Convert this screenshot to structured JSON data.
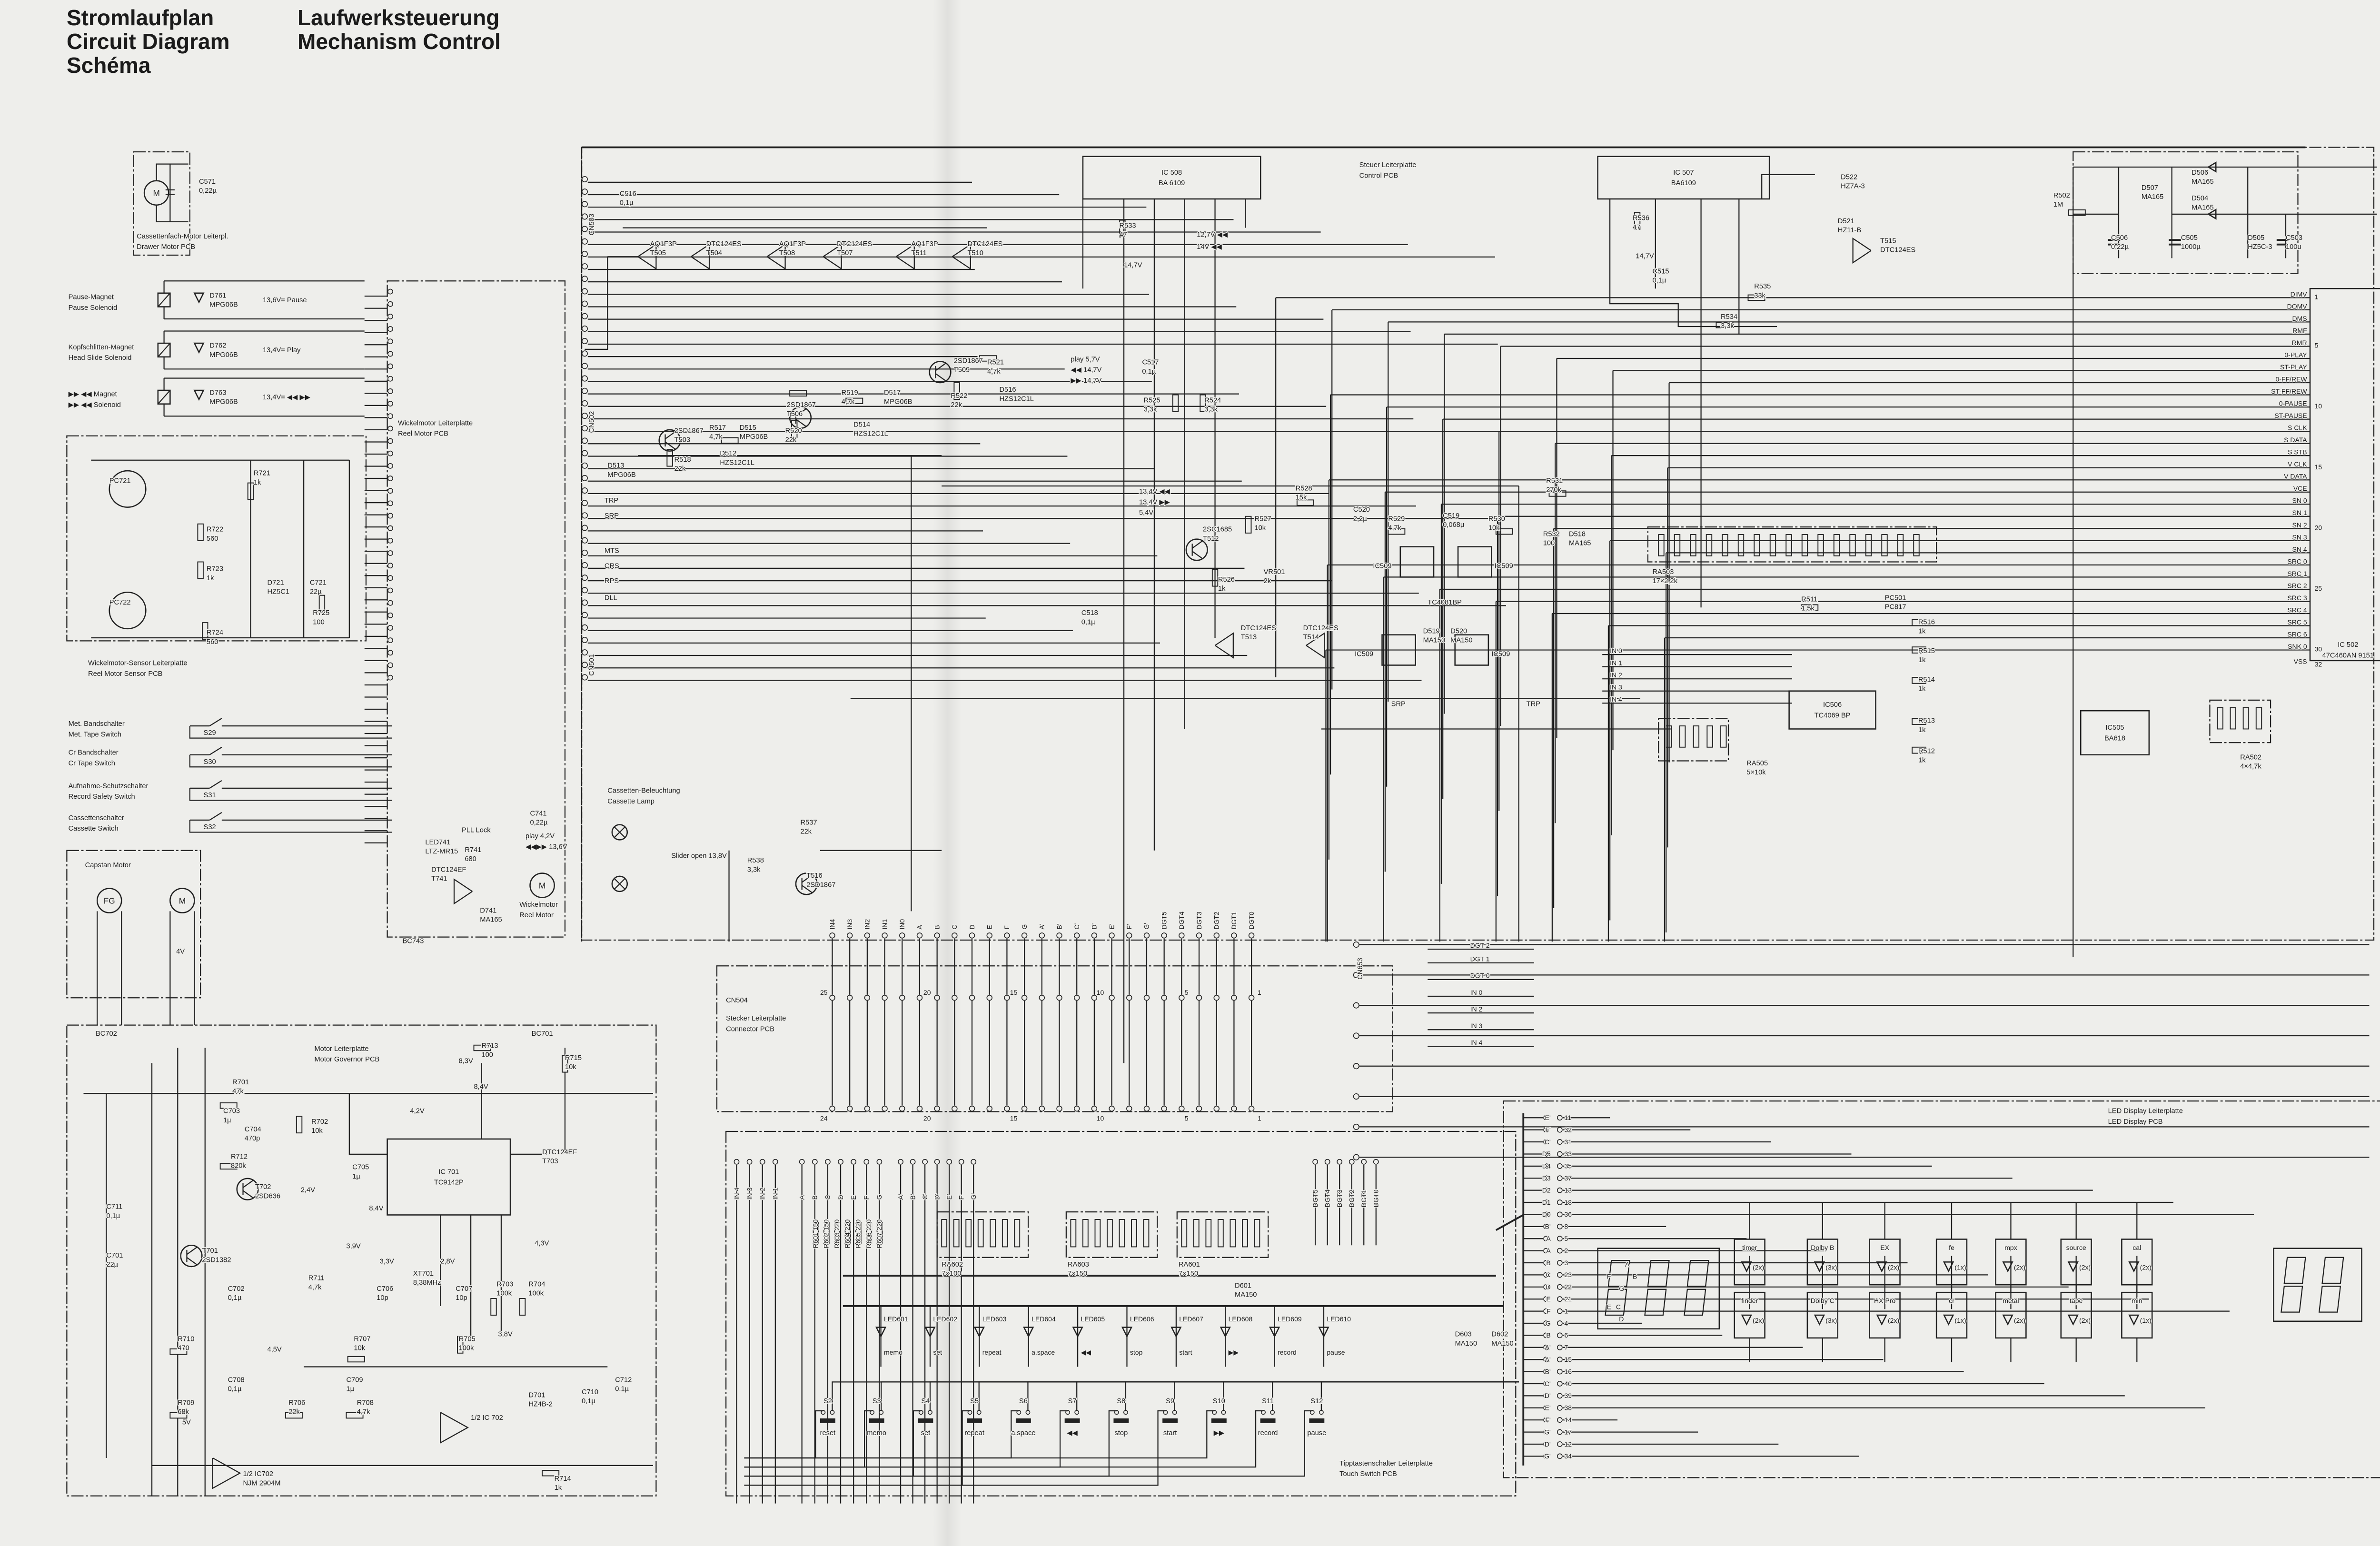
{
  "title": {
    "de": "Stromlaufplan",
    "en": "Circuit Diagram",
    "fr": "Schéma"
  },
  "subtitle": {
    "de": "Laufwerksteuerung",
    "en": "Mechanism Control"
  },
  "pcbs": [
    {
      "de": "Cassettenfach-Motor Leiterpl.",
      "en": "Drawer Motor PCB"
    },
    {
      "de": "Wickelmotor-Sensor Leiterplatte",
      "en": "Reel Motor Sensor PCB"
    },
    {
      "de": "Wickelmotor Leiterplatte",
      "en": "Reel Motor PCB"
    },
    {
      "de": "Motor Leiterplatte",
      "en": "Motor Governor PCB"
    },
    {
      "de": "Steuer Leiterplatte",
      "en": "Control PCB"
    },
    {
      "de": "Stecker Leiterplatte",
      "en": "Connector PCB"
    },
    {
      "de": "Tipptastenschalter Leiterplatte",
      "en": "Touch Switch PCB"
    },
    {
      "de": "LED Display Leiterplatte",
      "en": "LED Display PCB"
    },
    {
      "de": "Cassetten-Beleuchtung",
      "en": "Cassette Lamp"
    },
    {
      "de": "Wickelmotor",
      "en": "Reel Motor"
    }
  ],
  "capstan_label": "Capstan Motor",
  "motor_symbols": {
    "motor": "M",
    "fg": "FG",
    "capstan_voltage": "4V"
  },
  "solenoids": [
    {
      "de": "Pause-Magnet",
      "en": "Pause Solenoid",
      "diode": "D761",
      "type": "MPG06B",
      "voltage": "13,6V= Pause"
    },
    {
      "de": "Kopfschlitten-Magnet",
      "en": "Head Slide Solenoid",
      "diode": "D762",
      "type": "MPG06B",
      "voltage": "13,4V= Play"
    },
    {
      "de": "▶▶ ◀◀ Magnet",
      "en": "▶▶ ◀◀ Solenoid",
      "diode": "D763",
      "type": "MPG06B",
      "voltage": "13,4V= ◀◀ ▶▶"
    }
  ],
  "switches": [
    {
      "ref": "S29",
      "de": "Met. Bandschalter",
      "en": "Met. Tape Switch"
    },
    {
      "ref": "S30",
      "de": "Cr  Bandschalter",
      "en": "Cr  Tape Switch"
    },
    {
      "ref": "S31",
      "de": "Aufnahme-Schutzschalter",
      "en": "Record Safety Switch"
    },
    {
      "ref": "S32",
      "de": "Cassettenschalter",
      "en": "Cassette Switch"
    }
  ],
  "ics": [
    {
      "ref": "IC 508",
      "type": "BA 6109"
    },
    {
      "ref": "IC 507",
      "type": "BA6109"
    },
    {
      "ref": "IC506",
      "type": "TC4069 BP"
    },
    {
      "ref": "IC505",
      "type": "BA618"
    },
    {
      "ref": "IC 502",
      "type": "47C460AN 9151"
    },
    {
      "ref": "IC 701",
      "type": "TC9142P"
    },
    {
      "ref": "1/2 IC702",
      "type": "NJM 2904M"
    },
    {
      "ref": "1/2 IC 702",
      "type": ""
    }
  ],
  "ic509": {
    "ref": "IC509",
    "type": "TC4081BP"
  },
  "ic502_pins": [
    "DIMV",
    "DOMV",
    "DMS",
    "RMF",
    "RMR",
    "0-PLAY",
    "ST-PLAY",
    "0-FF/REW",
    "ST-FF/REW",
    "0-PAUSE",
    "ST-PAUSE",
    "S CLK",
    "S DATA",
    "S STB",
    "V CLK",
    "V DATA",
    "VCE",
    "SN 0",
    "SN 1",
    "SN 2",
    "SN 3",
    "SN 4",
    "SRC 0",
    "SRC 1",
    "SRC 2",
    "SRC 3",
    "SRC 4",
    "SRC 5",
    "SRC 6",
    "SNK 0"
  ],
  "ic502_pin_numbers": [
    "1",
    "5",
    "10",
    "15",
    "20",
    "25",
    "30",
    "32"
  ],
  "ic502_vss": "VSS",
  "components": [
    {
      "ref": "C571",
      "value": "0,22µ"
    },
    {
      "ref": "PC721",
      "value": ""
    },
    {
      "ref": "PC722",
      "value": ""
    },
    {
      "ref": "R721",
      "value": "1k"
    },
    {
      "ref": "R722",
      "value": "560"
    },
    {
      "ref": "R723",
      "value": "1k"
    },
    {
      "ref": "D721",
      "value": "HZ5C1"
    },
    {
      "ref": "C721",
      "value": "22µ"
    },
    {
      "ref": "R725",
      "value": "100"
    },
    {
      "ref": "R724",
      "value": "560"
    },
    {
      "ref": "LED741",
      "value": "LTZ-MR15"
    },
    {
      "ref": "R741",
      "value": "680"
    },
    {
      "ref": "DTC124EF",
      "value": "T741"
    },
    {
      "ref": "D741",
      "value": "MA165"
    },
    {
      "ref": "C741",
      "value": "0,22µ"
    },
    {
      "ref": "R537",
      "value": "22k"
    },
    {
      "ref": "R538",
      "value": "3,3k"
    },
    {
      "ref": "T516",
      "value": "2SD1867"
    },
    {
      "ref": "AQ1F3P",
      "value": "T505"
    },
    {
      "ref": "DTC124ES",
      "value": "T504"
    },
    {
      "ref": "AQ1F3P",
      "value": "T508"
    },
    {
      "ref": "DTC124ES",
      "value": "T507"
    },
    {
      "ref": "AQ1F3P",
      "value": "T511"
    },
    {
      "ref": "DTC124ES",
      "value": "T510"
    },
    {
      "ref": "2SD1867",
      "value": "T509"
    },
    {
      "ref": "R521",
      "value": "4,7k"
    },
    {
      "ref": "R522",
      "value": "22k"
    },
    {
      "ref": "D516",
      "value": "HZS12C1L"
    },
    {
      "ref": "2SD1867",
      "value": "T506"
    },
    {
      "ref": "R519",
      "value": "4,7k"
    },
    {
      "ref": "D517",
      "value": "MPG06B"
    },
    {
      "ref": "R520",
      "value": "22k"
    },
    {
      "ref": "D514",
      "value": "HZS12C1L"
    },
    {
      "ref": "2SD1867",
      "value": "T503"
    },
    {
      "ref": "R517",
      "value": "4,7k"
    },
    {
      "ref": "D515",
      "value": "MPG06B"
    },
    {
      "ref": "R518",
      "value": "22k"
    },
    {
      "ref": "D512",
      "value": "HZS12C1L"
    },
    {
      "ref": "D513",
      "value": "MPG06B"
    },
    {
      "ref": "C516",
      "value": "0,1µ"
    },
    {
      "ref": "R533",
      "value": "47"
    },
    {
      "ref": "C517",
      "value": "0,1µ"
    },
    {
      "ref": "R525",
      "value": "3,3k"
    },
    {
      "ref": "R524",
      "value": "3,3k"
    },
    {
      "ref": "C518",
      "value": "0,1µ"
    },
    {
      "ref": "2SC1685",
      "value": "T512"
    },
    {
      "ref": "R527",
      "value": "10k"
    },
    {
      "ref": "R526",
      "value": "1k"
    },
    {
      "ref": "VR501",
      "value": "2k"
    },
    {
      "ref": "DTC124ES",
      "value": "T513"
    },
    {
      "ref": "DTC124ES",
      "value": "T514"
    },
    {
      "ref": "R528",
      "value": "15k"
    },
    {
      "ref": "C520",
      "value": "2,2µ"
    },
    {
      "ref": "R529",
      "value": "4,7k"
    },
    {
      "ref": "C519",
      "value": "0,068µ"
    },
    {
      "ref": "R530",
      "value": "10k"
    },
    {
      "ref": "R531",
      "value": "270k"
    },
    {
      "ref": "R532",
      "value": "100"
    },
    {
      "ref": "D518",
      "value": "MA165"
    },
    {
      "ref": "D519",
      "value": "MA150"
    },
    {
      "ref": "D520",
      "value": "MA150"
    },
    {
      "ref": "R536",
      "value": "47"
    },
    {
      "ref": "C515",
      "value": "0,1µ"
    },
    {
      "ref": "R534",
      "value": "3,3k"
    },
    {
      "ref": "R535",
      "value": "33k"
    },
    {
      "ref": "D522",
      "value": "HZ7A-3"
    },
    {
      "ref": "D521",
      "value": "HZ11-B"
    },
    {
      "ref": "T515",
      "value": "DTC124ES"
    },
    {
      "ref": "R502",
      "value": "1M"
    },
    {
      "ref": "D507",
      "value": "MA165"
    },
    {
      "ref": "C506",
      "value": "0,22µ"
    },
    {
      "ref": "C505",
      "value": "1000µ"
    },
    {
      "ref": "D506",
      "value": "MA165"
    },
    {
      "ref": "D504",
      "value": "MA165"
    },
    {
      "ref": "D505",
      "value": "HZ5C-3"
    },
    {
      "ref": "C503",
      "value": "100u"
    },
    {
      "ref": "RA503",
      "value": "17×2,2k"
    },
    {
      "ref": "R511",
      "value": "1,5k"
    },
    {
      "ref": "PC501",
      "value": "PC817"
    },
    {
      "ref": "R516",
      "value": "1k"
    },
    {
      "ref": "R515",
      "value": "1k"
    },
    {
      "ref": "R514",
      "value": "1k"
    },
    {
      "ref": "R513",
      "value": "1k"
    },
    {
      "ref": "R512",
      "value": "1k"
    },
    {
      "ref": "RA505",
      "value": "5×10k"
    },
    {
      "ref": "RA502",
      "value": "4×4,7k"
    },
    {
      "ref": "R701",
      "value": "47k"
    },
    {
      "ref": "C703",
      "value": "1µ"
    },
    {
      "ref": "C704",
      "value": "470p"
    },
    {
      "ref": "R702",
      "value": "10k"
    },
    {
      "ref": "R712",
      "value": "820k"
    },
    {
      "ref": "C705",
      "value": "1µ"
    },
    {
      "ref": "T702",
      "value": "2SD636"
    },
    {
      "ref": "T701",
      "value": "2SD1382"
    },
    {
      "ref": "C711",
      "value": "0,1µ"
    },
    {
      "ref": "C701",
      "value": "22µ"
    },
    {
      "ref": "R711",
      "value": "4,7k"
    },
    {
      "ref": "C702",
      "value": "0,1µ"
    },
    {
      "ref": "R713",
      "value": "100"
    },
    {
      "ref": "R715",
      "value": "10k"
    },
    {
      "ref": "DTC124EF",
      "value": "T703"
    },
    {
      "ref": "C706",
      "value": "10p"
    },
    {
      "ref": "XT701",
      "value": "8,38MHz"
    },
    {
      "ref": "C707",
      "value": "10p"
    },
    {
      "ref": "R703",
      "value": "100k"
    },
    {
      "ref": "R704",
      "value": "100k"
    },
    {
      "ref": "R710",
      "value": "470"
    },
    {
      "ref": "R707",
      "value": "10k"
    },
    {
      "ref": "R705",
      "value": "100k"
    },
    {
      "ref": "C708",
      "value": "0,1µ"
    },
    {
      "ref": "R709",
      "value": "68k"
    },
    {
      "ref": "C709",
      "value": "1µ"
    },
    {
      "ref": "R706",
      "value": "22k"
    },
    {
      "ref": "R708",
      "value": "4,7k"
    },
    {
      "ref": "D701",
      "value": "HZ4B-2"
    },
    {
      "ref": "C710",
      "value": "0,1µ"
    },
    {
      "ref": "C712",
      "value": "0,1µ"
    },
    {
      "ref": "R714",
      "value": "1k"
    },
    {
      "ref": "D601",
      "value": "MA150"
    },
    {
      "ref": "D603",
      "value": "MA150"
    },
    {
      "ref": "D602",
      "value": "MA150"
    },
    {
      "ref": "RA602",
      "value": "7×100"
    },
    {
      "ref": "RA603",
      "value": "7×150"
    },
    {
      "ref": "RA601",
      "value": "7×150"
    }
  ],
  "voltages": [
    "play 4,2V",
    "◀◀▶▶ 13,6V",
    "PLL Lock",
    "Slider open 13,8V",
    "play 5,7V",
    "◀◀ 14,7V",
    "▶▶ 14,7V",
    "12,7V ◀◀",
    "14V ◀◀",
    "14,7V",
    "14,7V",
    "13,4V ◀◀",
    "13,4V ▶▶",
    "5,4V",
    "8,4V",
    "8,3V",
    "4,2V",
    "2,4V",
    "8,4V",
    "3,9V",
    "3,3V",
    "4,3V",
    "2,8V",
    "4,5V",
    "5V",
    "3,8V"
  ],
  "signals": [
    "TRP",
    "SRP",
    "MTS",
    "CRS",
    "RPS",
    "DLL",
    "SRP",
    "TRP"
  ],
  "connectors": [
    "CN503",
    "CN502",
    "CN501",
    "BC743",
    "BC702",
    "BC701",
    "CN504",
    "CN653"
  ],
  "in_labels": [
    "IN 0",
    "IN 1",
    "IN 2",
    "IN 3",
    "IN 4"
  ],
  "bus_labels": [
    "DGT 2",
    "DGT 1",
    "DGT 0",
    "IN 0",
    "IN 2",
    "IN 3",
    "IN 4"
  ],
  "connector_top_labels": [
    "IN4",
    "IN3",
    "IN2",
    "IN1",
    "IN0",
    "A",
    "B",
    "C",
    "D",
    "E",
    "F",
    "G",
    "A'",
    "B'",
    "C'",
    "D'",
    "E'",
    "F'",
    "G'",
    "DGT5",
    "DGT4",
    "DGT3",
    "DGT2",
    "DGT1",
    "DGT0"
  ],
  "connector_bottom_labels": [
    "IN 4",
    "IN 3",
    "IN 2",
    "IN 1",
    "A",
    "B",
    "C",
    "D",
    "E",
    "F",
    "G",
    "A'",
    "B'",
    "C'",
    "D'",
    "E'",
    "F'",
    "G'"
  ],
  "digit_labels": [
    "DGT5",
    "DGT4",
    "DGT3",
    "DGT2",
    "DGT1",
    "DGT0"
  ],
  "resistors_600": [
    "R601 150",
    "R602 150",
    "R603 220",
    "R604 220",
    "R605 220",
    "R606 220",
    "R607 220"
  ],
  "cn504_numbers": [
    "25",
    "20",
    "15",
    "10",
    "5",
    "1",
    "24",
    "20",
    "15",
    "10",
    "5",
    "1"
  ],
  "led_pins": [
    {
      "sig": "E'",
      "pin": "11"
    },
    {
      "sig": "F'",
      "pin": "32"
    },
    {
      "sig": "C'",
      "pin": "31"
    },
    {
      "sig": "D5",
      "pin": "33"
    },
    {
      "sig": "D4",
      "pin": "35"
    },
    {
      "sig": "D3",
      "pin": "37"
    },
    {
      "sig": "D2",
      "pin": "13"
    },
    {
      "sig": "D1",
      "pin": "18"
    },
    {
      "sig": "D0",
      "pin": "36"
    },
    {
      "sig": "B'",
      "pin": "8"
    },
    {
      "sig": "A",
      "pin": "5"
    },
    {
      "sig": "A",
      "pin": "2"
    },
    {
      "sig": "B",
      "pin": "3"
    },
    {
      "sig": "C",
      "pin": "23"
    },
    {
      "sig": "D",
      "pin": "22"
    },
    {
      "sig": "E",
      "pin": "21"
    },
    {
      "sig": "F",
      "pin": "1"
    },
    {
      "sig": "G",
      "pin": "4"
    },
    {
      "sig": "B",
      "pin": "6"
    },
    {
      "sig": "A'",
      "pin": "7"
    },
    {
      "sig": "A'",
      "pin": "15"
    },
    {
      "sig": "B'",
      "pin": "16"
    },
    {
      "sig": "C'",
      "pin": "40"
    },
    {
      "sig": "D'",
      "pin": "39"
    },
    {
      "sig": "E'",
      "pin": "38"
    },
    {
      "sig": "F'",
      "pin": "14"
    },
    {
      "sig": "G'",
      "pin": "17"
    },
    {
      "sig": "D'",
      "pin": "12"
    },
    {
      "sig": "G'",
      "pin": "34"
    }
  ],
  "touch_switches": [
    {
      "ref": "S2",
      "label": "reset"
    },
    {
      "ref": "S3",
      "label": "memo"
    },
    {
      "ref": "S4",
      "label": "set"
    },
    {
      "ref": "S5",
      "label": "repeat"
    },
    {
      "ref": "S6",
      "label": "a.space"
    },
    {
      "ref": "S7",
      "label": "◀◀"
    },
    {
      "ref": "S8",
      "label": "stop"
    },
    {
      "ref": "S9",
      "label": "start"
    },
    {
      "ref": "S10",
      "label": "▶▶"
    },
    {
      "ref": "S11",
      "label": "record"
    },
    {
      "ref": "S12",
      "label": "pause"
    }
  ],
  "leds": [
    {
      "ref": "LED601",
      "label": "memo"
    },
    {
      "ref": "LED602",
      "label": "set"
    },
    {
      "ref": "LED603",
      "label": "repeat"
    },
    {
      "ref": "LED604",
      "label": "a.space"
    },
    {
      "ref": "LED605",
      "label": "◀◀"
    },
    {
      "ref": "LED606",
      "label": "stop"
    },
    {
      "ref": "LED607",
      "label": "start"
    },
    {
      "ref": "LED608",
      "label": "▶▶"
    },
    {
      "ref": "LED609",
      "label": "record"
    },
    {
      "ref": "LED610",
      "label": "pause"
    }
  ],
  "indicators": [
    {
      "label": "timer",
      "count": "(2x)"
    },
    {
      "label": "finder",
      "count": "(2x)"
    },
    {
      "label": "Dolby B",
      "count": "(3x)"
    },
    {
      "label": "Dolby C",
      "count": "(3x)"
    },
    {
      "label": "EX",
      "count": "(2x)"
    },
    {
      "label": "HX Pro",
      "count": "(2x)"
    },
    {
      "label": "fe",
      "count": "(1x)"
    },
    {
      "label": "cr",
      "count": "(1x)"
    },
    {
      "label": "mpx",
      "count": "(2x)"
    },
    {
      "label": "metal",
      "count": "(2x)"
    },
    {
      "label": "source",
      "count": "(2x)"
    },
    {
      "label": "tape",
      "count": "(2x)"
    },
    {
      "label": "cal",
      "count": "(2x)"
    },
    {
      "label": "min",
      "count": "(1x)"
    }
  ],
  "segment_letters": [
    "A",
    "B",
    "C",
    "D",
    "E",
    "F",
    "G"
  ]
}
